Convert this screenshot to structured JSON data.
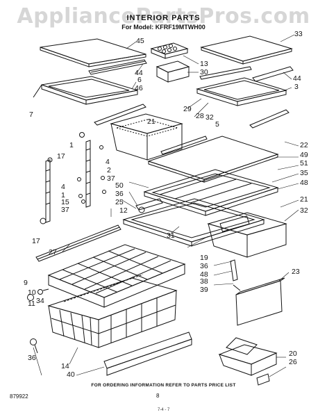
{
  "watermark": "AppliancePartsPros.com",
  "header": {
    "title": "INTERIOR PARTS",
    "model": "For Model: KFRF19MTWH00"
  },
  "callouts": [
    "45",
    "33",
    "13",
    "30",
    "44",
    "6",
    "46",
    "44",
    "3",
    "7",
    "29",
    "28",
    "21",
    "32",
    "5",
    "22",
    "49",
    "51",
    "35",
    "48",
    "1",
    "17",
    "4",
    "2",
    "37",
    "50",
    "36",
    "4",
    "1",
    "15",
    "37",
    "25",
    "12",
    "21",
    "32",
    "17",
    "27",
    "31",
    "19",
    "36",
    "48",
    "38",
    "39",
    "23",
    "9",
    "10",
    "34",
    "11",
    "36",
    "14",
    "40",
    "20",
    "26"
  ],
  "footer": {
    "ordering_note": "FOR ORDERING INFORMATION REFER TO PARTS PRICE LIST",
    "page_number": "8",
    "diagram_code": "879922",
    "revision": "7-4 - 7"
  }
}
